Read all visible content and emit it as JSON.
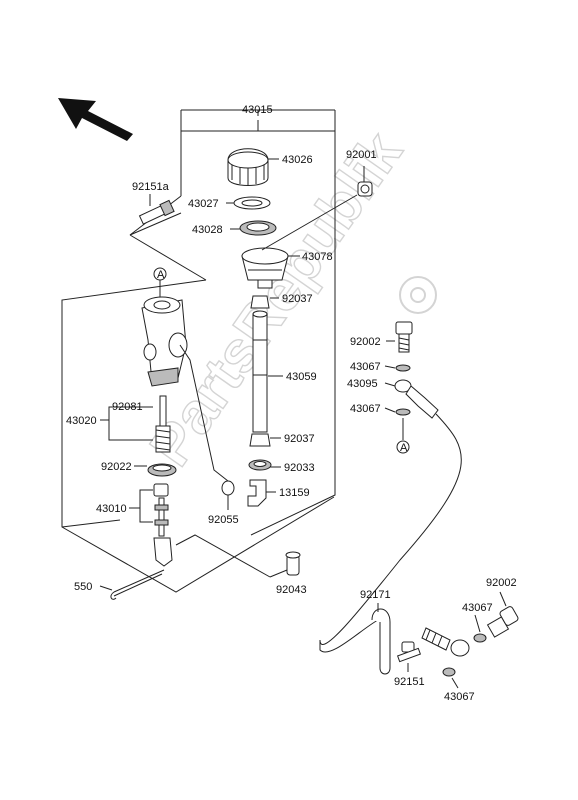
{
  "diagram": {
    "watermark": "PartsRepublik",
    "labels": {
      "l43015": "43015",
      "l43026": "43026",
      "l92001": "92001",
      "l92151a": "92151a",
      "l43027": "43027",
      "l43028": "43028",
      "l43078": "43078",
      "l92037a": "92037",
      "l92002a": "92002",
      "l43067a": "43067",
      "l43095": "43095",
      "l43059": "43059",
      "l43067b": "43067",
      "l43020": "43020",
      "l92081": "92081",
      "l92037b": "92037",
      "l92022": "92022",
      "l92033": "92033",
      "l13159": "13159",
      "l43010": "43010",
      "l92055": "92055",
      "l550": "550",
      "l92043": "92043",
      "l92171": "92171",
      "l92002b": "92002",
      "l43067c": "43067",
      "l92151": "92151",
      "l43067d": "43067"
    },
    "markers": {
      "a_top": "A",
      "a_side": "A"
    }
  }
}
